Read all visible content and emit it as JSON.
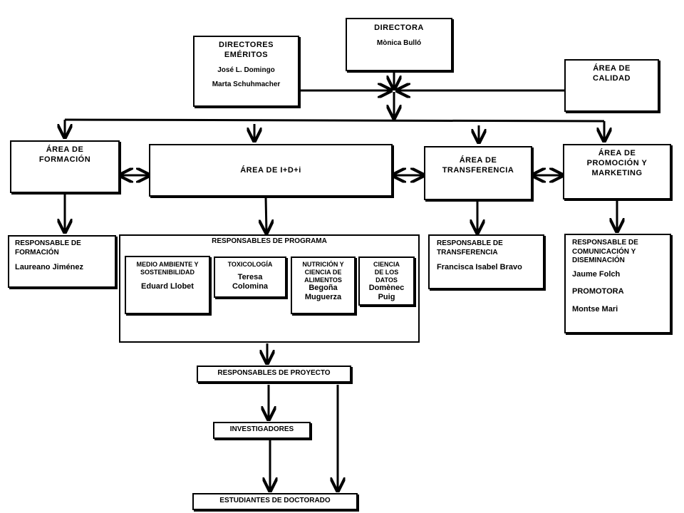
{
  "directora": {
    "title": "DIRECTORA",
    "name": "Mònica Bulló"
  },
  "emeritos": {
    "title": "DIRECTORES EMÉRITOS",
    "names": [
      "José L. Domingo",
      "Marta Schuhmacher"
    ]
  },
  "calidad": {
    "title": "ÁREA DE CALIDAD"
  },
  "formacion": {
    "title": "ÁREA DE FORMACIÓN"
  },
  "idi": {
    "title": "ÁREA DE I+D+i"
  },
  "transferencia": {
    "title": "ÁREA DE TRANSFERENCIA"
  },
  "promocion": {
    "title": "ÁREA DE PROMOCIÓN Y MARKETING"
  },
  "resp_formacion": {
    "title": "RESPONSABLE DE FORMACIÓN",
    "name": "Laureano Jiménez"
  },
  "programa": {
    "title": "RESPONSABLES DE PROGRAMA",
    "items": [
      {
        "title": "MEDIO AMBIENTE Y SOSTENIBILIDAD",
        "name": "Eduard Llobet"
      },
      {
        "title": "TOXICOLOGÍA",
        "name": "Teresa Colomina"
      },
      {
        "title": "NUTRICIÓN Y CIENCIA DE ALIMENTOS",
        "name": "Begoña Muguerza"
      },
      {
        "title": "CIENCIA DE LOS DATOS",
        "name": "Domènec Puig"
      }
    ]
  },
  "resp_transferencia": {
    "title": "RESPONSABLE DE TRANSFERENCIA",
    "name": "Francisca Isabel Bravo"
  },
  "resp_comunicacion": {
    "title": "RESPONSABLE DE COMUNICACIÓN Y DISEMINACIÓN",
    "name": "Jaume Folch",
    "subtitle": "PROMOTORA",
    "name2": "Montse Mari"
  },
  "proyecto": {
    "title": "RESPONSABLES DE PROYECTO"
  },
  "investigadores": {
    "title": "INVESTIGADORES"
  },
  "estudiantes": {
    "title": "ESTUDIANTES DE DOCTORADO"
  }
}
